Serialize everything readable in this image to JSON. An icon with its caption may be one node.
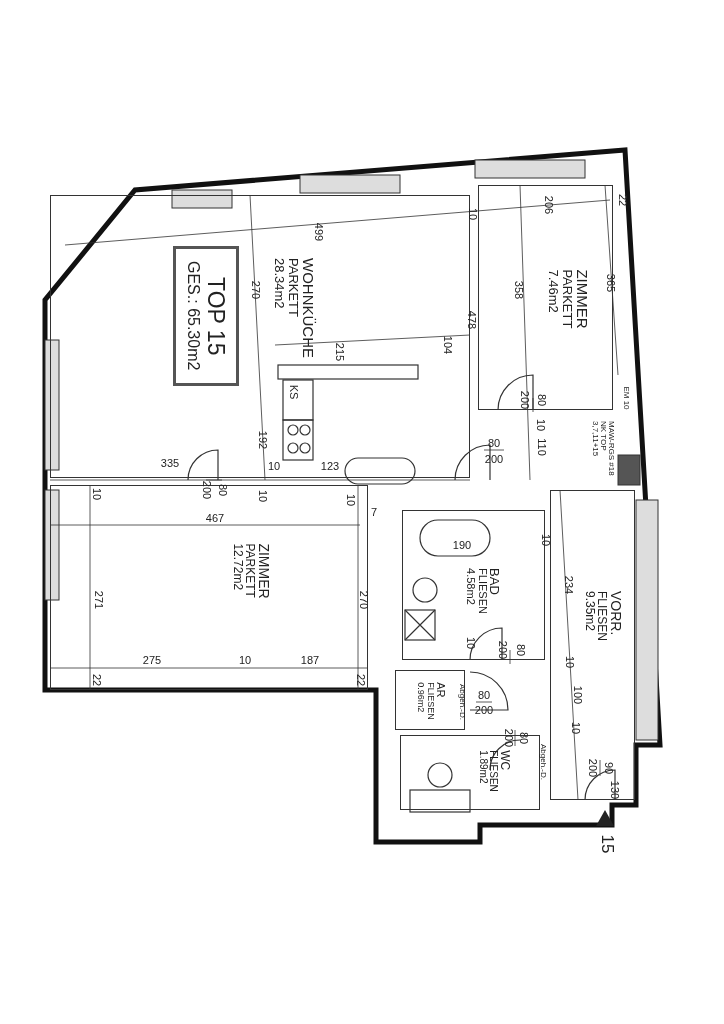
{
  "diagram": {
    "nodes": [
      {
        "text": [
          "TOP 15",
          "GES.: 65.30m2"
        ],
        "in": 1
      },
      {
        "text": [
          "WOHNKÜCHE",
          "PARKETT",
          "28.34m2"
        ]
      },
      {
        "text": [
          "ZIMMER",
          "PARKETT",
          "7.46m2"
        ]
      },
      {
        "text": [
          "ZIMMER",
          "PARKETT",
          "12.72m2"
        ]
      },
      {
        "text": [
          "BAD",
          "FLIESEN",
          "4.58m2"
        ]
      },
      {
        "text": [
          "VORR.",
          "FLIESEN",
          "9.35m2"
        ]
      },
      {
        "text": [
          "AR",
          "FLIESEN",
          "0.96m2"
        ]
      },
      {
        "text": [
          "WC",
          "FLIESEN",
          "1.89m2"
        ]
      }
    ],
    "labels": [
      "499",
      "22",
      "10",
      "206",
      "270",
      "358",
      "365",
      "215",
      "104",
      "478",
      "KS",
      "EM 10",
      "MAW-RGS #18 NK TOP 3,7,11+15",
      "80",
      "200",
      "10",
      "110",
      "80",
      "200",
      "192",
      "335",
      "10",
      "123",
      "10",
      "80",
      "200",
      "10",
      "10",
      "467",
      "7",
      "190",
      "10",
      "271",
      "270",
      "234",
      "275",
      "10",
      "187",
      "22",
      "22",
      "10",
      "80",
      "200",
      "10",
      "Abgeh.-D.",
      "80",
      "200",
      "100",
      "10",
      "80",
      "200",
      "Abgeh.-D.",
      "90",
      "200",
      "130",
      "15"
    ]
  }
}
